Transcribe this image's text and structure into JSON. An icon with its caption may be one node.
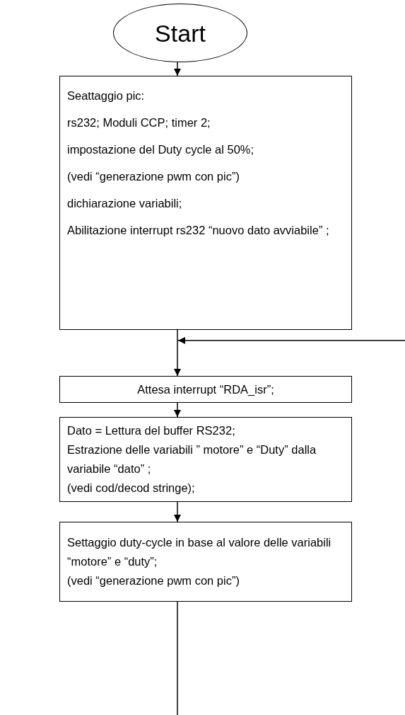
{
  "diagram": {
    "nodes": [
      {
        "text": [
          "Start"
        ]
      },
      {
        "text": [
          "Seattaggio pic:",
          "rs232; Moduli CCP; timer 2;",
          "impostazione del Duty cycle al 50%;",
          "(vedi “generazione pwm con pic”)",
          "dichiarazione variabili;",
          "Abilitazione interrupt  rs232 “nuovo dato avviabile” ;"
        ]
      },
      {
        "text": [
          "Attesa interrupt “RDA_isr”;"
        ]
      },
      {
        "text": [
          "Dato = Lettura del buffer RS232;",
          "Estrazione delle variabili ” motore” e “Duty” dalla variabile “dato” ;",
          "(vedi cod/decod stringe);"
        ]
      },
      {
        "text": [
          "Settaggio duty-cycle in base al valore delle variabili “motore” e “duty”;",
          "(vedi “generazione pwm con pic”)"
        ]
      }
    ],
    "edges": [
      {
        "from": 0,
        "to": 1,
        "arrow": "to"
      },
      {
        "from": 1,
        "to": 2,
        "arrow": "to"
      },
      {
        "from": null,
        "to": 2,
        "arrow": "to"
      },
      {
        "from": 2,
        "to": 3,
        "arrow": "to"
      },
      {
        "from": 3,
        "to": 4,
        "arrow": "to"
      },
      {
        "from": 4,
        "to": null,
        "arrow": "none"
      }
    ]
  }
}
